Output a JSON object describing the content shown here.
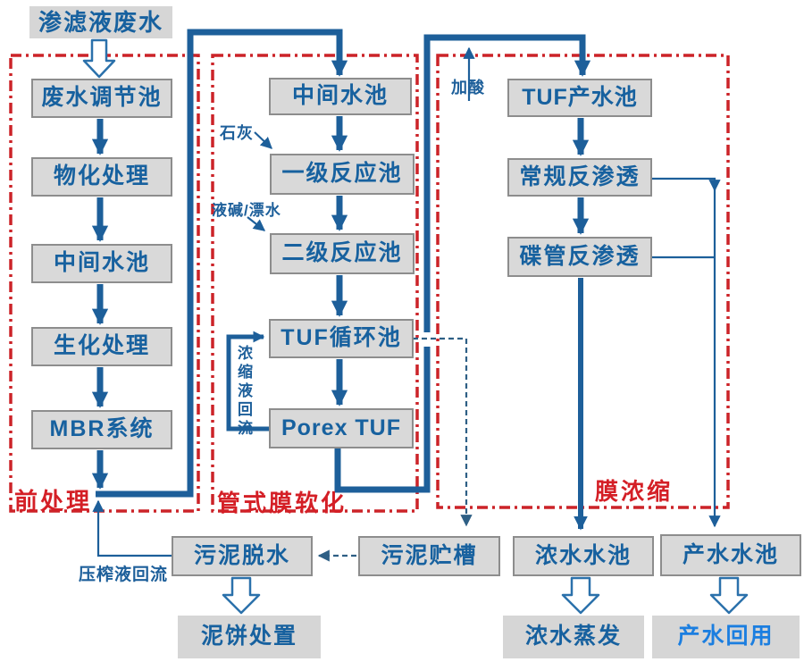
{
  "regions": {
    "pretreatment": {
      "label": "前处理"
    },
    "softening": {
      "label": "管式膜软化"
    },
    "concentration": {
      "label": "膜浓缩"
    }
  },
  "nodes": {
    "leachate": "渗滤液废水",
    "equalization": "废水调节池",
    "physchem": "物化处理",
    "intermediate1": "中间水池",
    "biological": "生化处理",
    "mbr": "MBR系统",
    "intermediate2": "中间水池",
    "reactor1": "一级反应池",
    "reactor2": "二级反应池",
    "tuf_loop": "TUF循环池",
    "porex_tuf": "Porex TUF",
    "tuf_product": "TUF产水池",
    "conventional_ro": "常规反渗透",
    "disc_tube_ro": "碟管反渗透",
    "sludge_dewater": "污泥脱水",
    "sludge_storage": "污泥贮槽",
    "concentrate_tank": "浓水水池",
    "product_tank": "产水水池",
    "cake_disposal": "泥饼处置",
    "concentrate_evap": "浓水蒸发",
    "product_reuse": "产水回用"
  },
  "annotations": {
    "lime": "石灰",
    "caustic_bleach": "液碱/漂水",
    "acid_dosing": "加酸",
    "press_liquor_return": "压榨液回流",
    "concentrate_return": "浓缩液回流"
  },
  "colors": {
    "arrow_blue": "#1d5f9a",
    "dashed_blue": "#2e5f85",
    "region_border": "#cc2328",
    "region_label": "#d41f26",
    "box_fill": "#d9d9d9",
    "box_border": "#8d8d8d",
    "box_text": "#17619f",
    "reuse_text": "#1b7ee0"
  }
}
